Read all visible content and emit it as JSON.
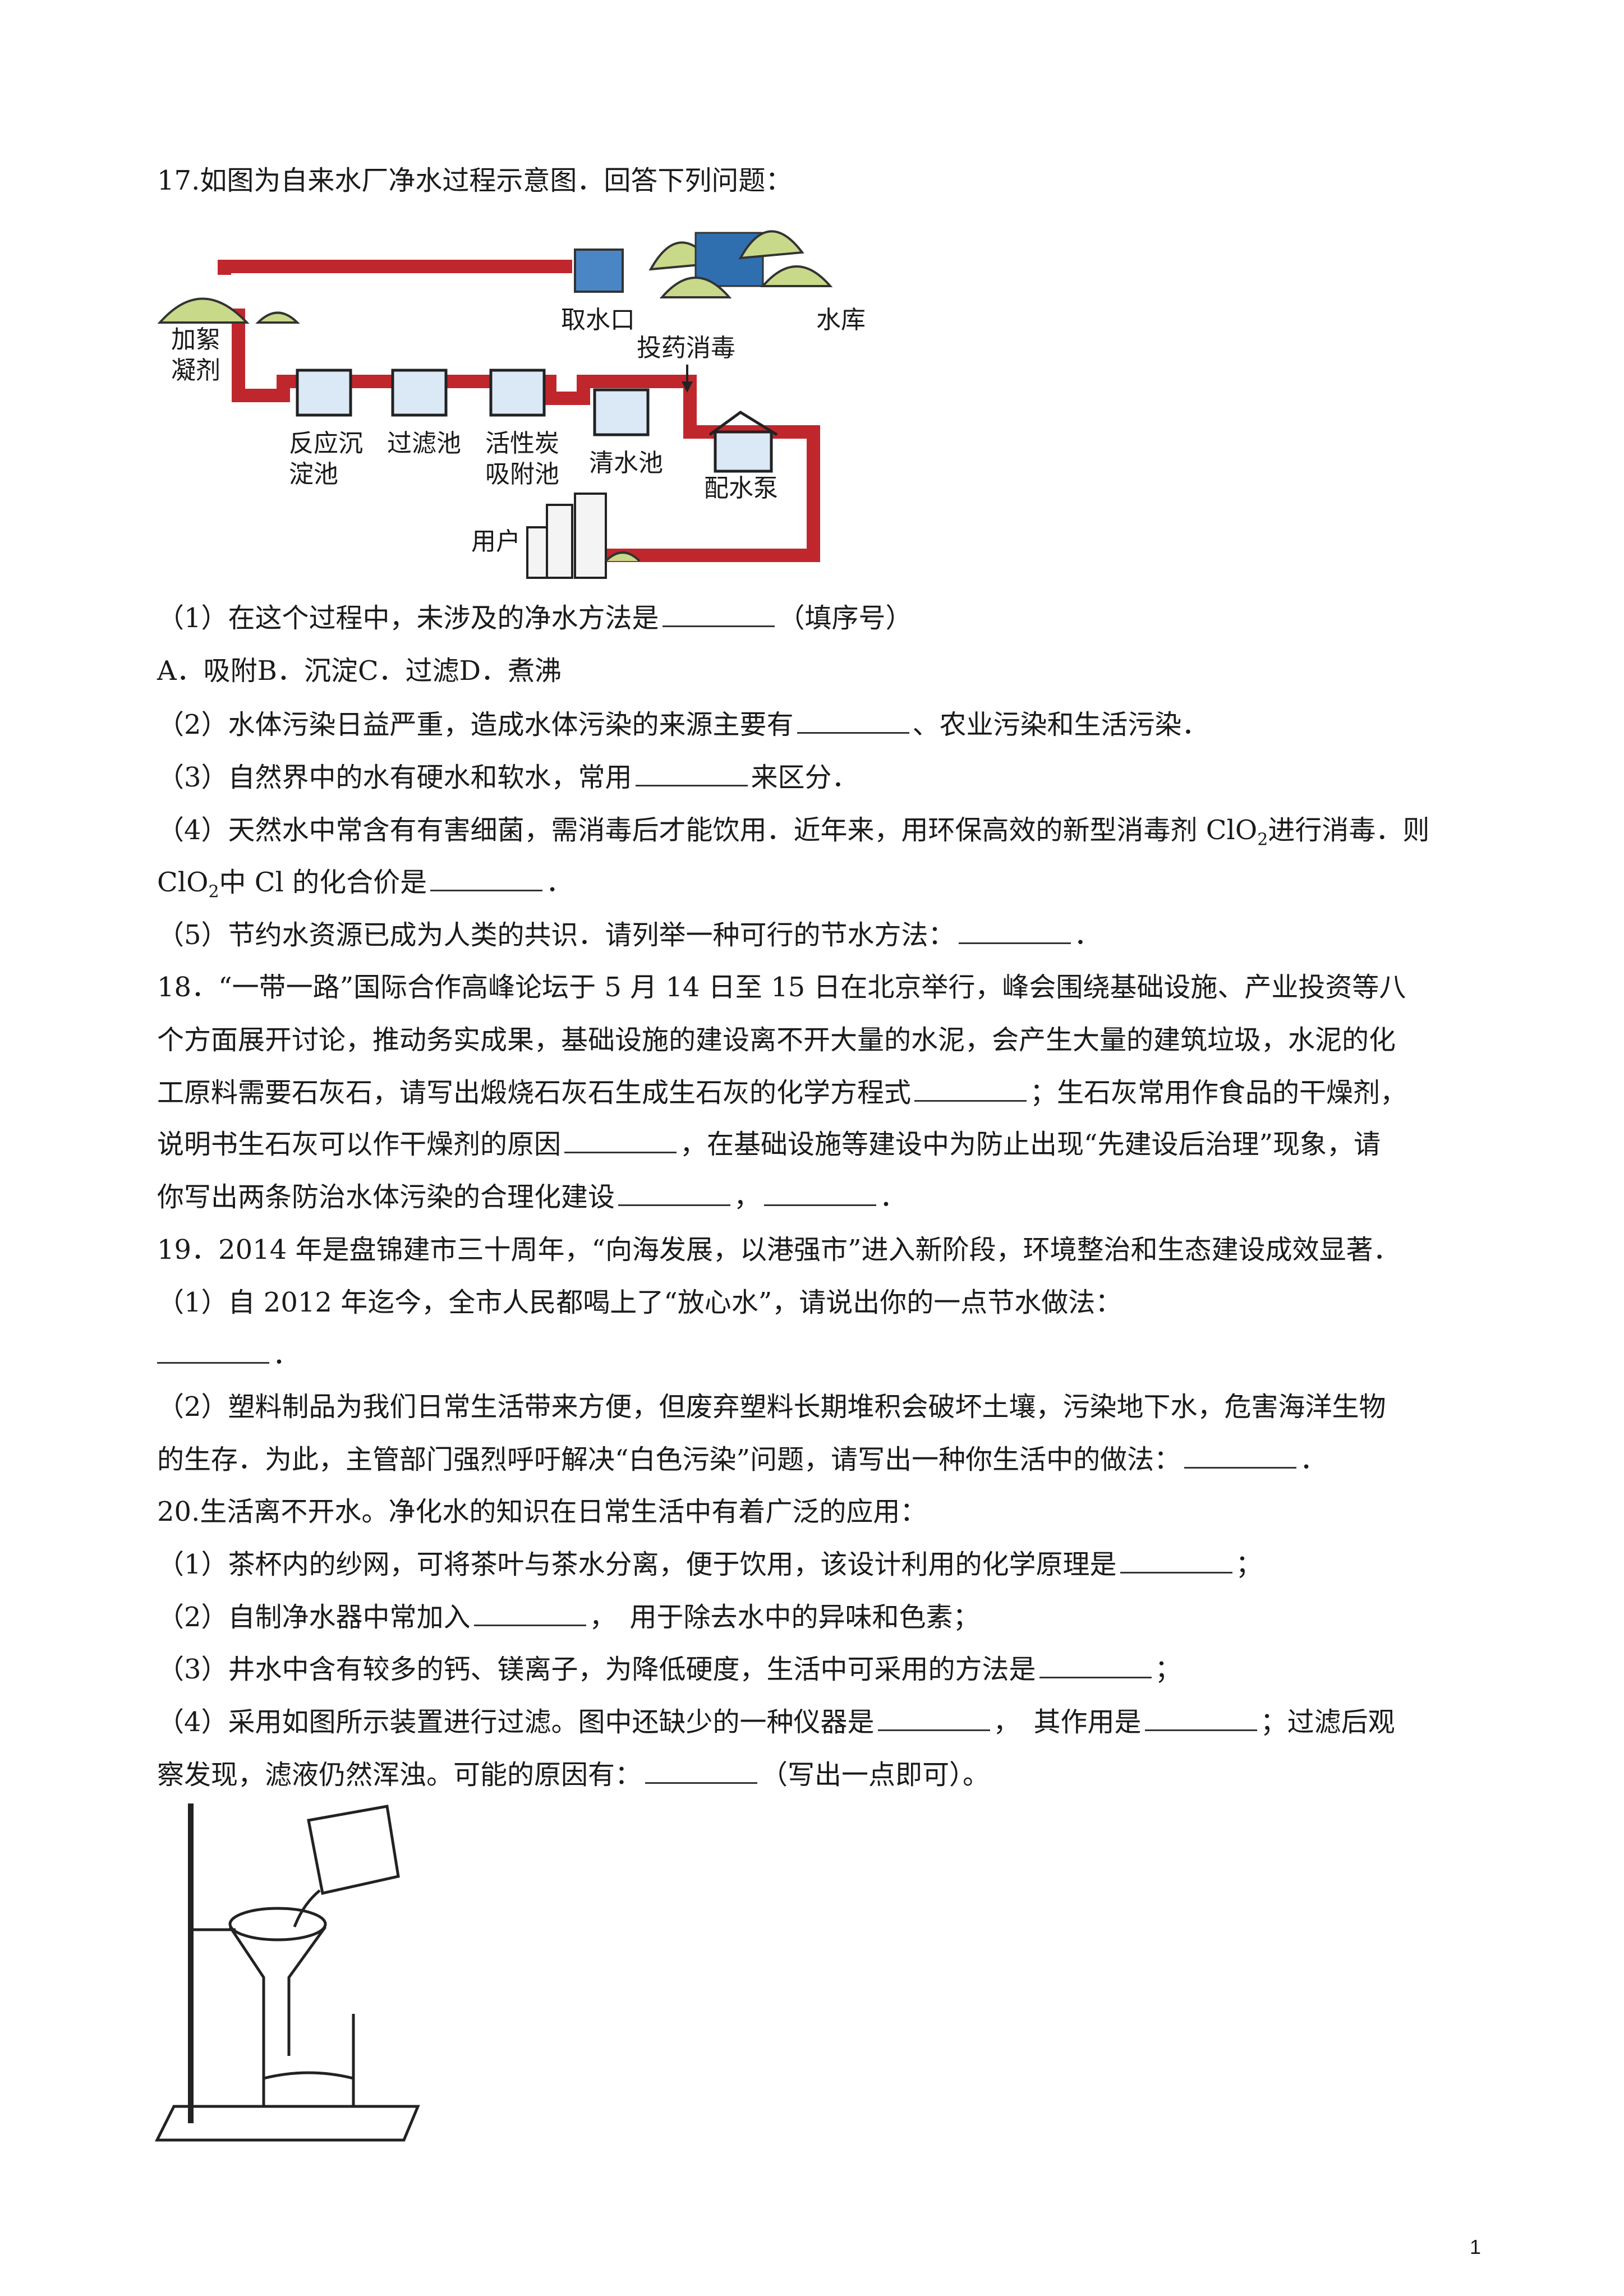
{
  "q17": {
    "title": "17.如图为自来水厂净水过程示意图．回答下列问题：",
    "diagram": {
      "intake": "取水口",
      "reservoir": "水库",
      "coagulant_1": "加絮",
      "coagulant_2": "凝剂",
      "dosing": "投药消毒",
      "sediment_1": "反应沉",
      "sediment_2": "淀池",
      "filter": "过滤池",
      "carbon_1": "活性炭",
      "carbon_2": "吸附池",
      "clear": "清水池",
      "pump": "配水泵",
      "user": "用户"
    },
    "p1_a": "（1）在这个过程中，未涉及的净水方法是",
    "p1_b": "（填序号）",
    "options": "A．吸附B．沉淀C．过滤D．煮沸",
    "p2_a": "（2）水体污染日益严重，造成水体污染的来源主要有",
    "p2_b": "、农业污染和生活污染．",
    "p3_a": "（3）自然界中的水有硬水和软水，常用",
    "p3_b": "来区分．",
    "p4_a": "（4）天然水中常含有有害细菌，需消毒后才能饮用．近年来，用环保高效的新型消毒剂 ClO",
    "p4_sub": "2",
    "p4_b": "进行消毒．则",
    "p4_c": "ClO",
    "p4_c_sub": "2",
    "p4_d": "中 Cl 的化合价是",
    "p4_e": "．",
    "p5_a": "（5）节约水资源已成为人类的共识．请列举一种可行的节水方法：",
    "p5_b": "．"
  },
  "q18": {
    "l1": "18．“一带一路”国际合作高峰论坛于 5 月 14 日至 15 日在北京举行，峰会围绕基础设施、产业投资等八",
    "l2": "个方面展开讨论，推动务实成果，基础设施的建设离不开大量的水泥，会产生大量的建筑垃圾，水泥的化",
    "l3_a": "工原料需要石灰石，请写出煅烧石灰石生成生石灰的化学方程式",
    "l3_b": "；生石灰常用作食品的干燥剂，",
    "l4_a": "说明书生石灰可以作干燥剂的原因",
    "l4_b": "，在基础设施等建设中为防止出现“先建设后治理”现象，请",
    "l5_a": "你写出两条防治水体污染的合理化建设",
    "l5_b": "，",
    "l5_c": "．"
  },
  "q19": {
    "l1": "19．2014 年是盘锦建市三十周年，“向海发展，以港强市”进入新阶段，环境整治和生态建设成效显著．",
    "l2": "（1）自 2012 年迄今，全市人民都喝上了“放心水”，请说出你的一点节水做法：",
    "l3": "．",
    "l4": "（2）塑料制品为我们日常生活带来方便，但废弃塑料长期堆积会破坏土壤，污染地下水，危害海洋生物",
    "l5_a": "的生存．为此，主管部门强烈呼吁解决“白色污染”问题，请写出一种你生活中的做法：",
    "l5_b": "．"
  },
  "q20": {
    "title": "20.生活离不开水。净化水的知识在日常生活中有着广泛的应用：",
    "p1_a": "（1）茶杯内的纱网，可将茶叶与茶水分离，便于饮用，该设计利用的化学原理是",
    "p1_b": "；",
    "p2_a": "（2）自制净水器中常加入",
    "p2_b": "，　用于除去水中的异味和色素；",
    "p3_a": "（3）井水中含有较多的钙、镁离子，为降低硬度，生活中可采用的方法是",
    "p3_b": "；",
    "p4_a": "（4）采用如图所示装置进行过滤。图中还缺少的一种仪器是",
    "p4_b": "，　其作用是",
    "p4_c": "；过滤后观",
    "p4_d": "察发现，滤液仍然浑浊。可能的原因有：",
    "p4_e": "（写出一点即可）。"
  },
  "page_number": "1"
}
